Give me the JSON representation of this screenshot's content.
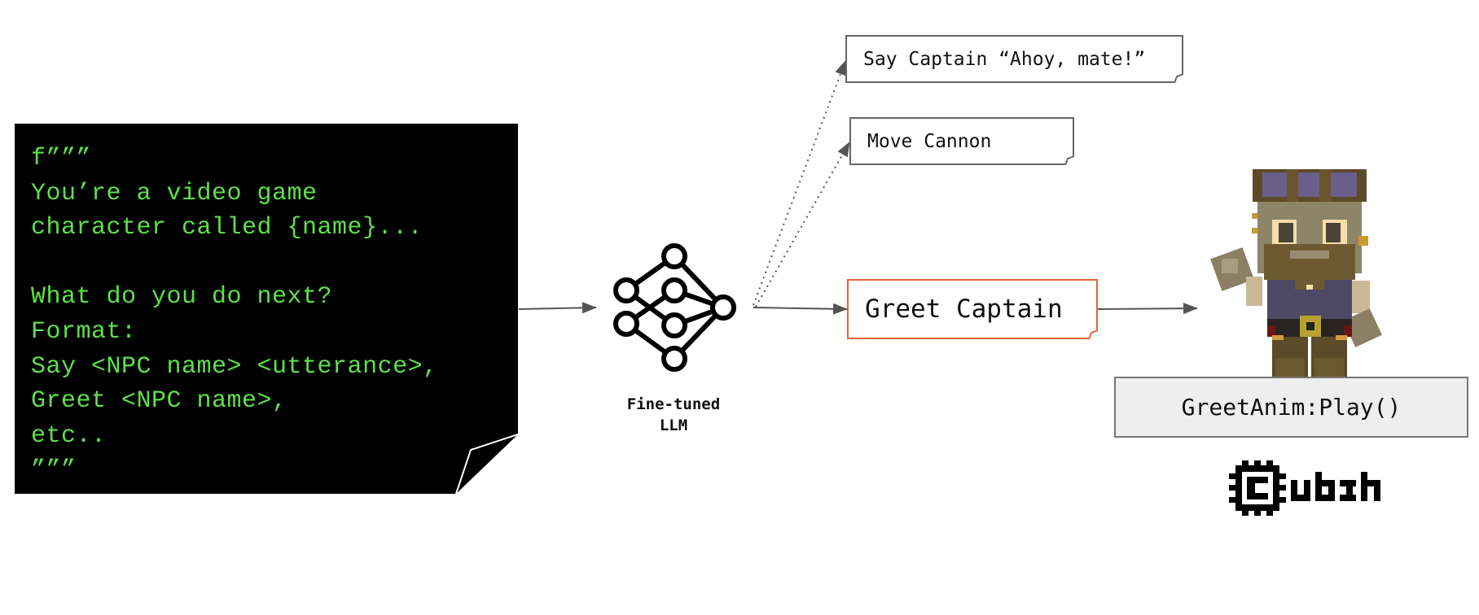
{
  "prompt": {
    "lines": [
      "f”””",
      "You’re a video game",
      "character called {name}...",
      "",
      "What do you do next?",
      "Format:",
      "Say <NPC name> <utterance>,",
      "Greet <NPC name>,",
      "etc..",
      "”””"
    ],
    "text_color": "#5ee04a",
    "background": "#000000"
  },
  "model": {
    "icon": "neural-network-icon",
    "label": "Fine-tuned\nLLM"
  },
  "candidate_actions": [
    {
      "label": "Say Captain “Ahoy, mate!”",
      "selected": false
    },
    {
      "label": "Move Cannon",
      "selected": false
    },
    {
      "label": "Greet Captain",
      "selected": true
    }
  ],
  "selected_color": "#e8623c",
  "result": {
    "character": "pirate-captain-voxel-character",
    "call": "GreetAnim:Play()"
  },
  "logo": {
    "icon": "cubzh-logo-icon",
    "text": "ubzh"
  }
}
